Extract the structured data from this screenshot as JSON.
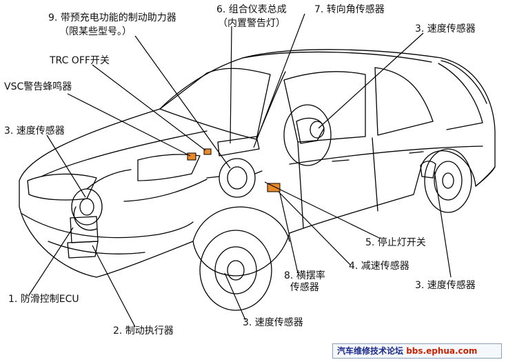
{
  "labels": {
    "booster": "9. 带预充电功能的制动助力器",
    "booster_note": "（限某些型号。）",
    "cluster": "6. 组合仪表总成",
    "cluster_note": "（内置警告灯）",
    "steering": "7. 转向角传感器",
    "speed_fr": "3. 速度传感器",
    "trc": "TRC OFF开关",
    "vsc": "VSC警告蜂鸣器",
    "speed_fl": "3. 速度传感器",
    "stop_lamp": "5. 停止灯开关",
    "decel": "4. 减速传感器",
    "yaw_line1": "8. 横摆率",
    "yaw_line2": "传感器",
    "speed_rr": "3. 速度传感器",
    "ecu": "1. 防滑控制ECU",
    "actuator": "2. 制动执行器",
    "speed_front_bottom": "3. 速度传感器"
  },
  "watermark": {
    "text": "汽车维修技术论坛",
    "url": "bbs.ephua.com"
  },
  "colors": {
    "component_orange": "#e88a2a",
    "line": "#000000"
  }
}
